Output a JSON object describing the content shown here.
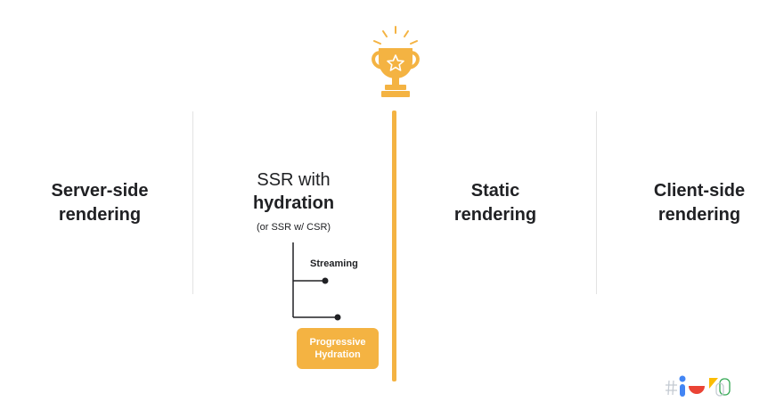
{
  "columns": {
    "server_side": {
      "line1": "Server-side",
      "line2": "rendering"
    },
    "ssr_hydration": {
      "line1": "SSR with",
      "line2": "hydration",
      "line3": "(or SSR w/ CSR)"
    },
    "static": {
      "line1": "Static",
      "line2": "rendering"
    },
    "client_side": {
      "line1": "Client-side",
      "line2": "rendering"
    }
  },
  "branches": {
    "streaming": "Streaming",
    "progressive": {
      "line1": "Progressive",
      "line2": "Hydration"
    }
  },
  "icons": {
    "trophy": "trophy-icon",
    "logo": "io-logo-icon"
  },
  "colors": {
    "accent": "#f4b342",
    "text": "#202124",
    "divider": "#e3e3e3",
    "logo_blue": "#4285f4",
    "logo_red": "#ea4335",
    "logo_yellow": "#fbbc04",
    "logo_green": "#34a853"
  }
}
